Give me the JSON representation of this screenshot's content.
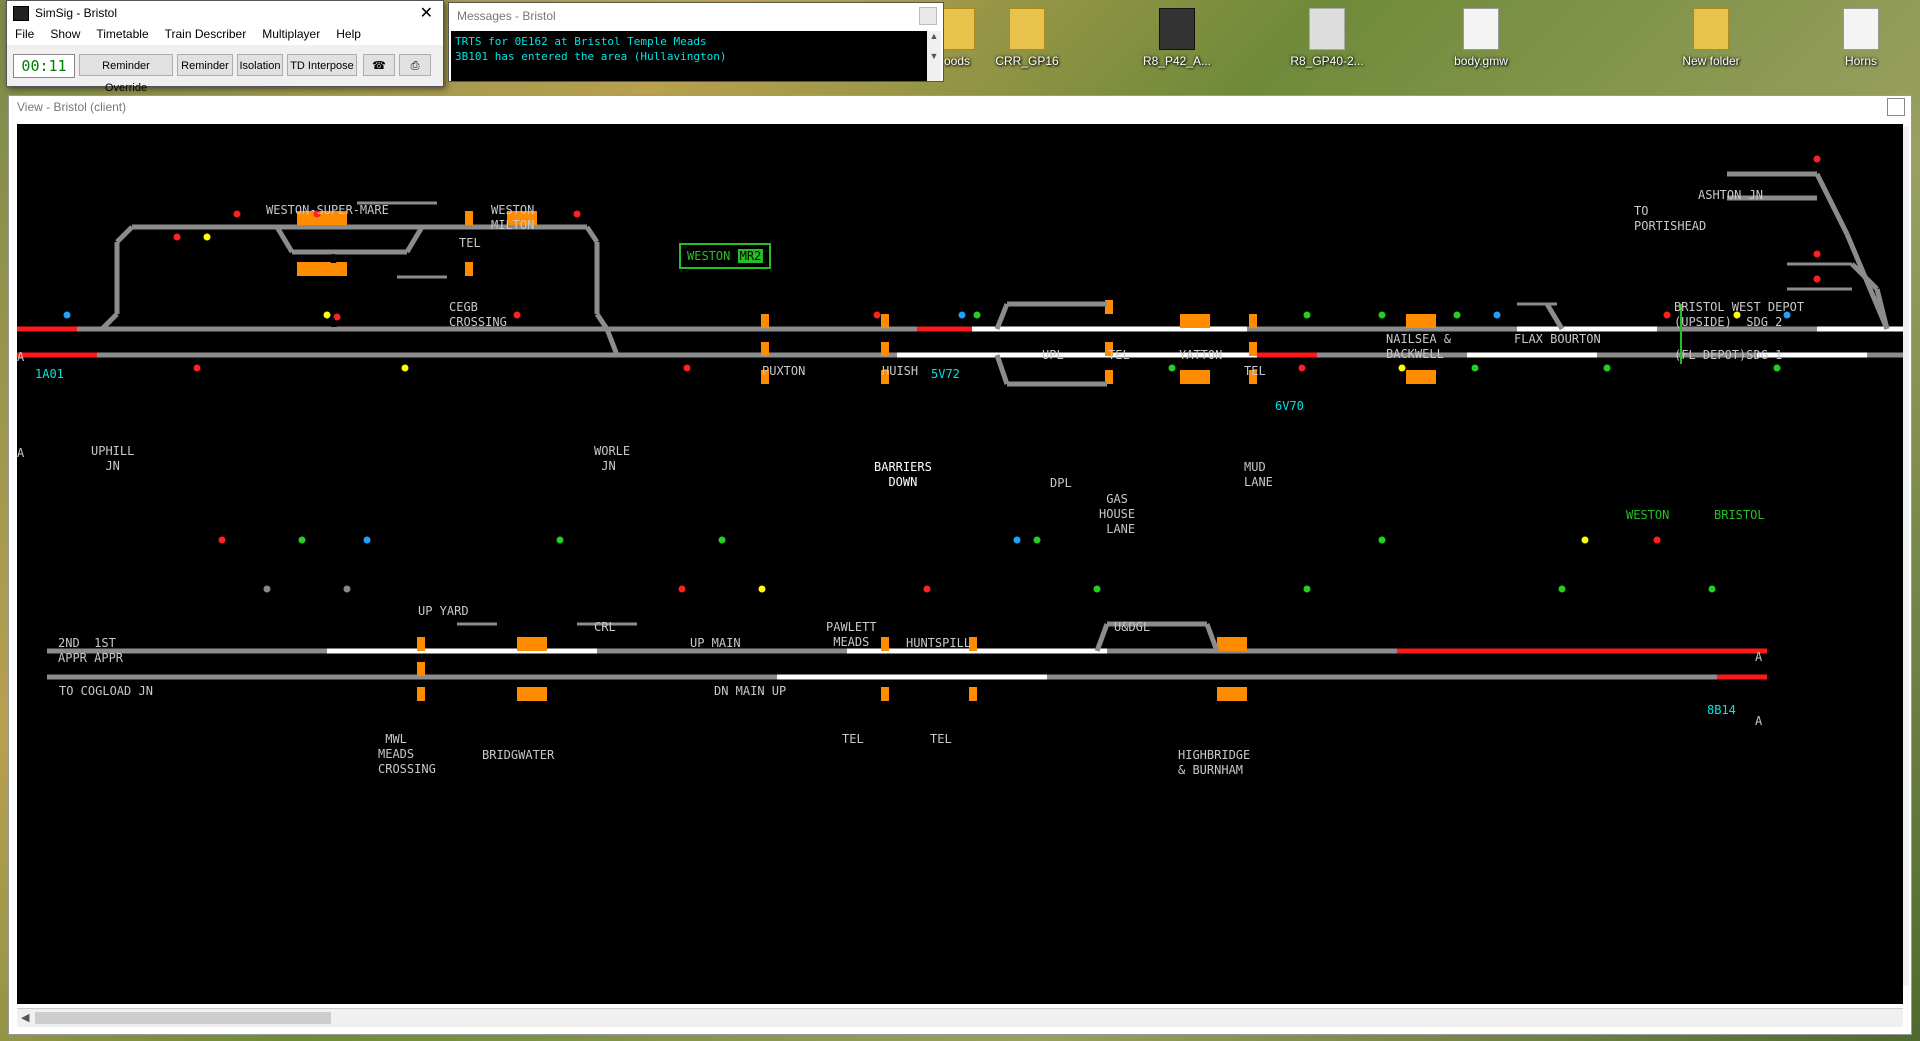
{
  "desktop": {
    "icons": [
      {
        "label": "oods",
        "kind": "folder"
      },
      {
        "label": "CRR_GP16",
        "kind": "folder"
      },
      {
        "label": "R8_P42_A...",
        "kind": "dark"
      },
      {
        "label": "R8_GP40-2...",
        "kind": "num"
      },
      {
        "label": "body.gmw",
        "kind": "file"
      },
      {
        "label": "New folder",
        "kind": "folder"
      },
      {
        "label": "Horns",
        "kind": "file"
      }
    ]
  },
  "simsig": {
    "title": "SimSig - Bristol",
    "menu": [
      "File",
      "Show",
      "Timetable",
      "Train Describer",
      "Multiplayer",
      "Help"
    ],
    "clock": "00:11",
    "buttons": [
      "Reminder Override",
      "Reminder",
      "Isolation",
      "TD Interpose"
    ],
    "phone_icon": "telephone-icon",
    "print_icon": "printer-icon"
  },
  "messages": {
    "title": "Messages - Bristol",
    "lines": [
      "TRTS for 0E162 at Bristol Temple Meads",
      "3B101 has entered the area (Hullavington)"
    ]
  },
  "view": {
    "title": "View - Bristol (client)"
  },
  "diagram": {
    "labels": {
      "weston_super_mare": "WESTON-SUPER-MARE",
      "weston_milton": "WESTON\nMILTON",
      "tel1": "TEL",
      "cegb": "CEGB\nCROSSING",
      "uphill": "UPHILL\n  JN",
      "worle": "WORLE\n JN",
      "puxton": "PUXTON",
      "huish": "HUISH",
      "barriers": "BARRIERS\n  DOWN",
      "upl": "UPL",
      "tel2": "TEL",
      "dpl": "DPL",
      "gas": " GAS\nHOUSE\n LANE",
      "yatton": "YATTON",
      "tel3": "TEL",
      "mud": "MUD\nLANE",
      "nailsea": "NAILSEA &\nBACKWELL",
      "flax": "FLAX BOURTON",
      "ashton": "ASHTON JN",
      "portishead": "TO\nPORTISHEAD",
      "bwd": "BRISTOL WEST DEPOT\n(UPSIDE)  SDG 2",
      "fl": "(FL DEPOT)SDG 1",
      "weston_arrow": "WESTON",
      "bristol_arrow": "BRISTOL",
      "appr": "2ND  1ST\nAPPR APPR",
      "cogload": "TO COGLOAD JN",
      "upyard": "UP YARD",
      "crl": "CRL",
      "upmain": "UP MAIN",
      "dnmain": "DN MAIN UP",
      "pawlett": "PAWLETT\n MEADS",
      "huntspill": "HUNTSPILL",
      "udgl": "U&DGL",
      "mwl": " MWL\nMEADS\nCROSSING",
      "bridgwater": "BRIDGWATER",
      "tel4": "TEL",
      "tel5": "TEL",
      "highbridge": "HIGHBRIDGE\n& BURNHAM",
      "platform2a": "2",
      "platform1a": "1",
      "platform2b": "2",
      "platform1b": "1",
      "edge_a": "A"
    },
    "berths": {
      "b1": "1A01",
      "b2": "5V72",
      "b3": "6V70",
      "b4": "8B14"
    },
    "weston_panel": {
      "text": "WESTON",
      "code": "MR2"
    },
    "colors": {
      "track": "#8c8c8c",
      "track_set": "#ffffff",
      "occupied": "#ff1a1a",
      "platform": "#ff8c00",
      "signal_red": "#ff2020",
      "signal_green": "#22d022",
      "signal_yellow": "#ffff00",
      "signal_blue": "#1ea0ff"
    }
  }
}
